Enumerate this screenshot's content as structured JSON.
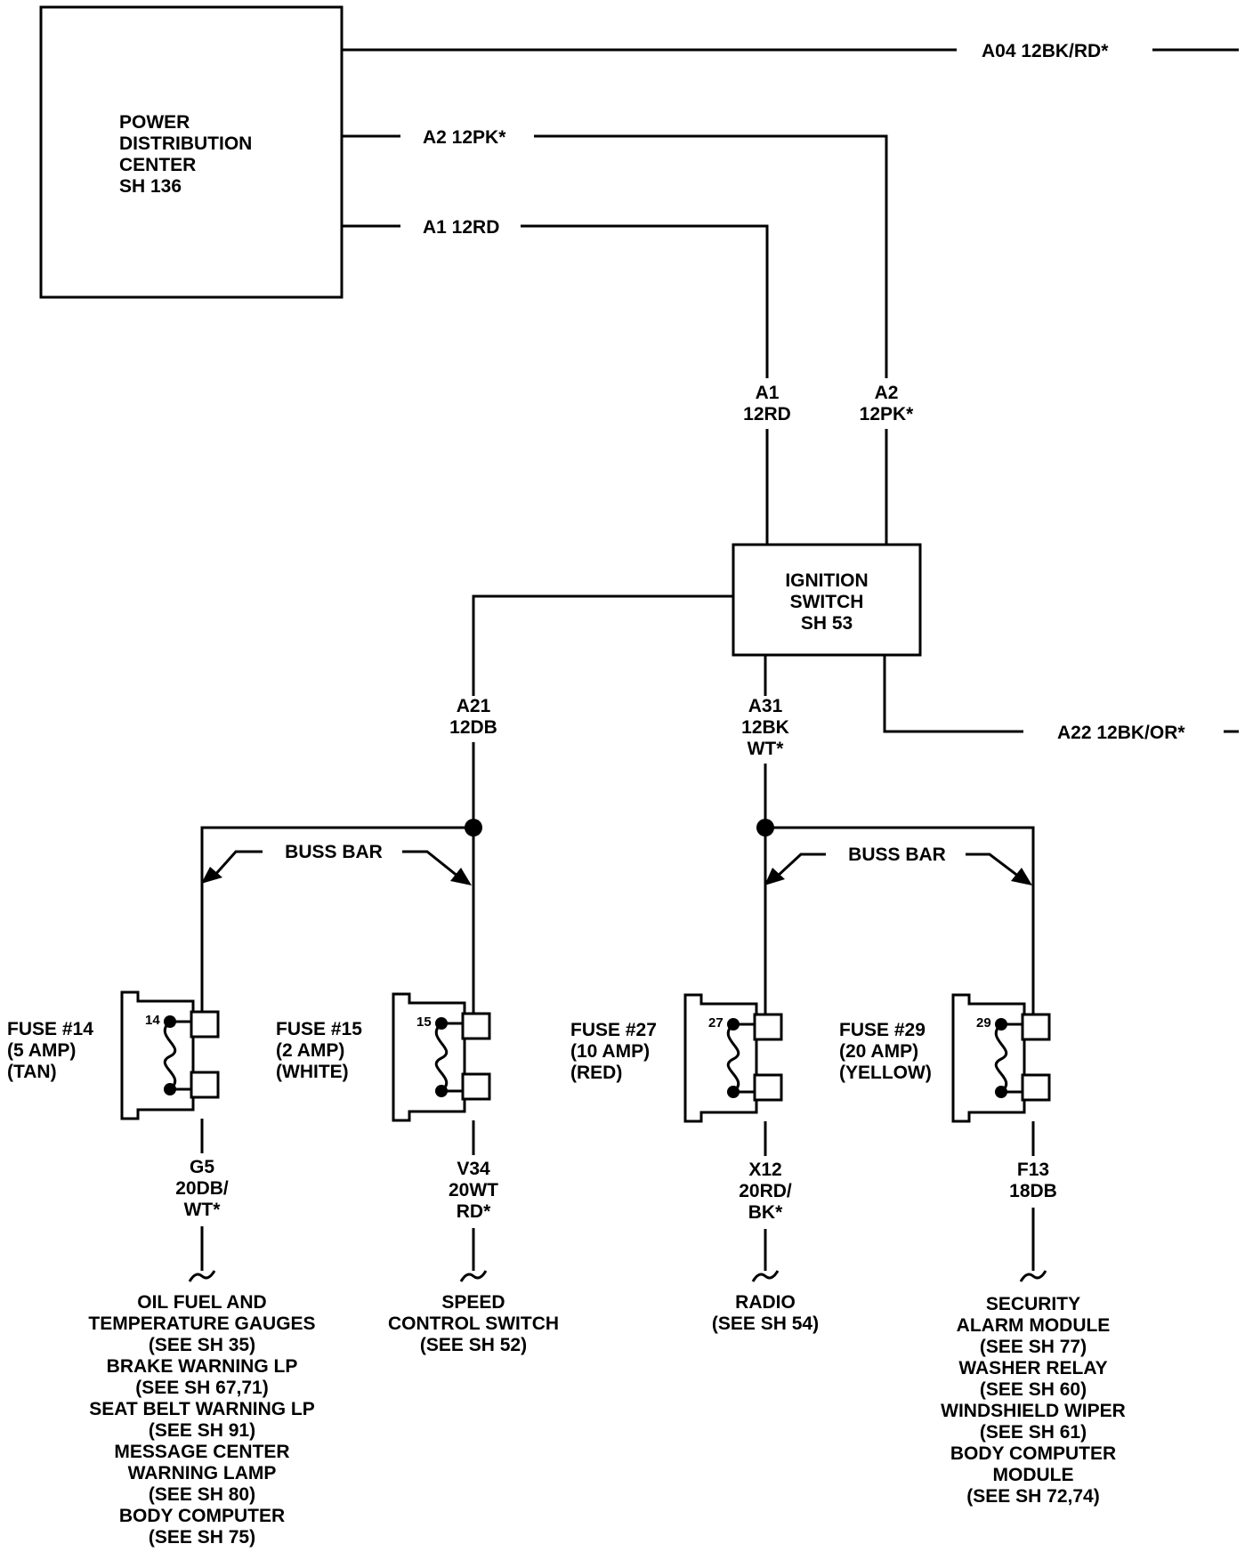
{
  "pdc": {
    "lines": [
      "POWER",
      "DISTRIBUTION",
      "CENTER",
      "SH 136"
    ]
  },
  "wires": {
    "a04": "A04 12BK/RD*",
    "a2_top": "A2 12PK*",
    "a1_top": "A1 12RD",
    "a1_v": [
      "A1",
      "12RD"
    ],
    "a2_v": [
      "A2",
      "12PK*"
    ],
    "a21": [
      "A21",
      "12DB"
    ],
    "a31": [
      "A31",
      "12BK",
      "WT*"
    ],
    "a22": "A22 12BK/OR*"
  },
  "ignition": {
    "lines": [
      "IGNITION",
      "SWITCH",
      "SH 53"
    ]
  },
  "buss_bar_label": "BUSS BAR",
  "fuses": [
    {
      "num": "14",
      "label": [
        "FUSE #14",
        "(5 AMP)",
        "(TAN)"
      ],
      "out_wire": [
        "G5",
        "20DB/",
        "WT*"
      ],
      "dest": [
        "OIL FUEL AND",
        "TEMPERATURE GAUGES",
        "(SEE SH 35)",
        "BRAKE WARNING LP",
        "(SEE SH 67,71)",
        "SEAT BELT WARNING LP",
        "(SEE SH 91)",
        "MESSAGE CENTER",
        "WARNING LAMP",
        "(SEE SH 80)",
        "BODY COMPUTER",
        "(SEE SH 75)"
      ]
    },
    {
      "num": "15",
      "label": [
        "FUSE #15",
        "(2 AMP)",
        "(WHITE)"
      ],
      "out_wire": [
        "V34",
        "20WT",
        "RD*"
      ],
      "dest": [
        "SPEED",
        "CONTROL SWITCH",
        "(SEE SH 52)"
      ]
    },
    {
      "num": "27",
      "label": [
        "FUSE #27",
        "(10 AMP)",
        "(RED)"
      ],
      "out_wire": [
        "X12",
        "20RD/",
        "BK*"
      ],
      "dest": [
        "RADIO",
        "(SEE SH 54)"
      ]
    },
    {
      "num": "29",
      "label": [
        "FUSE #29",
        "(20 AMP)",
        "(YELLOW)"
      ],
      "out_wire": [
        "F13",
        "18DB"
      ],
      "dest": [
        "SECURITY",
        "ALARM MODULE",
        "(SEE SH 77)",
        "WASHER RELAY",
        "(SEE SH 60)",
        "WINDSHIELD WIPER",
        "(SEE SH 61)",
        "BODY COMPUTER",
        "MODULE",
        "(SEE SH 72,74)"
      ]
    }
  ]
}
